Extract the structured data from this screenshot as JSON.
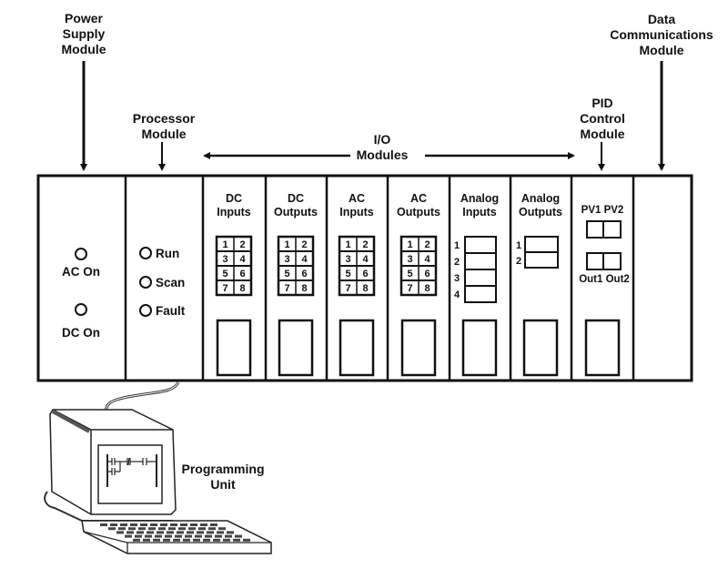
{
  "callouts": {
    "power_supply": [
      "Power",
      "Supply",
      "Module"
    ],
    "processor": [
      "Processor",
      "Module"
    ],
    "io_modules": [
      "I/O",
      "Modules"
    ],
    "pid_control": [
      "PID",
      "Control",
      "Module"
    ],
    "data_comm": [
      "Data",
      "Communications",
      "Module"
    ]
  },
  "power_supply_module": {
    "indicators": [
      "AC On",
      "DC On"
    ]
  },
  "processor_module": {
    "indicators": [
      "Run",
      "Scan",
      "Fault"
    ]
  },
  "io_modules": [
    {
      "title": [
        "DC",
        "Inputs"
      ],
      "channels": [
        "1",
        "2",
        "3",
        "4",
        "5",
        "6",
        "7",
        "8"
      ]
    },
    {
      "title": [
        "DC",
        "Outputs"
      ],
      "channels": [
        "1",
        "2",
        "3",
        "4",
        "5",
        "6",
        "7",
        "8"
      ]
    },
    {
      "title": [
        "AC",
        "Inputs"
      ],
      "channels": [
        "1",
        "2",
        "3",
        "4",
        "5",
        "6",
        "7",
        "8"
      ]
    },
    {
      "title": [
        "AC",
        "Outputs"
      ],
      "channels": [
        "1",
        "2",
        "3",
        "4",
        "5",
        "6",
        "7",
        "8"
      ]
    }
  ],
  "analog_inputs": {
    "title": [
      "Analog",
      "Inputs"
    ],
    "channels": [
      "1",
      "2",
      "3",
      "4"
    ]
  },
  "analog_outputs": {
    "title": [
      "Analog",
      "Outputs"
    ],
    "channels": [
      "1",
      "2"
    ]
  },
  "pid_module": {
    "top_labels": "PV1 PV2",
    "bottom_labels": "Out1 Out2"
  },
  "programming_unit": [
    "Programming",
    "Unit"
  ]
}
